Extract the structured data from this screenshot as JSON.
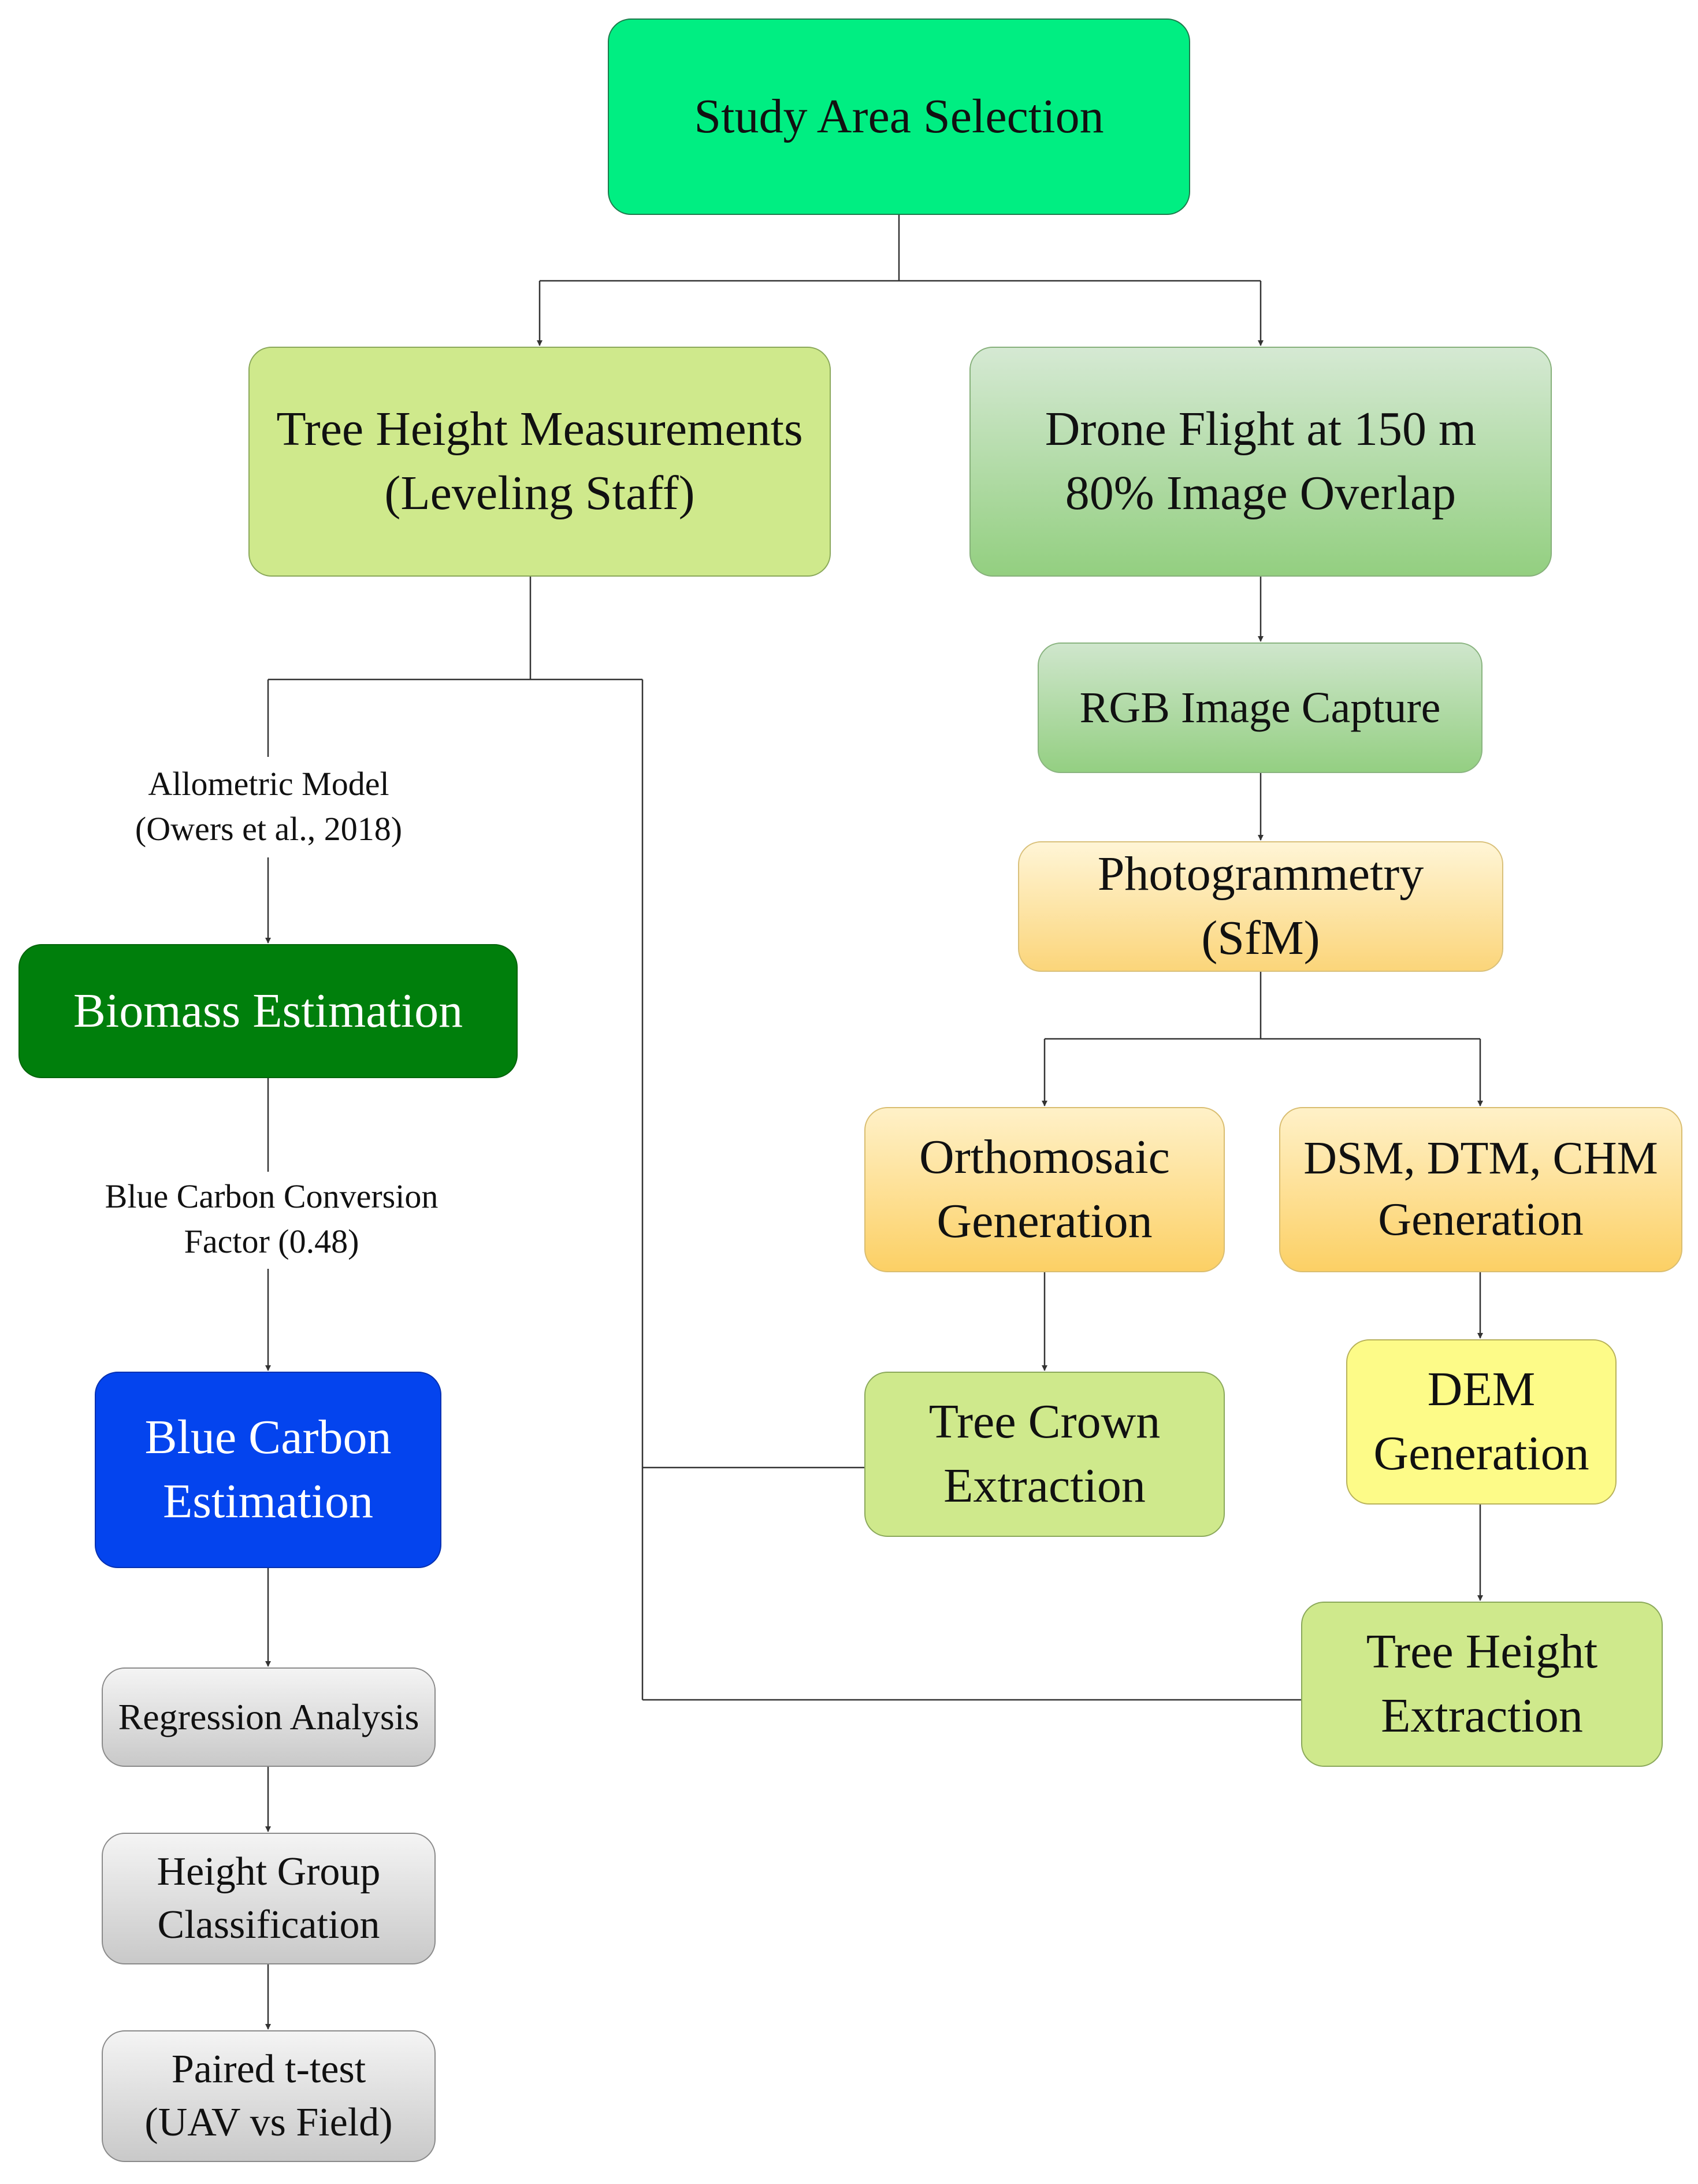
{
  "nodes": {
    "study_area": "Study Area Selection",
    "tree_height_measurements": "Tree Height Measurements\n(Leveling Staff)",
    "drone_flight": "Drone Flight at 150 m\n80% Image Overlap",
    "rgb_capture": "RGB Image Capture",
    "photogrammetry": "Photogrammetry\n(SfM)",
    "orthomosaic": "Orthomosaic\nGeneration",
    "dsm_dtm_chm": "DSM, DTM, CHM\nGeneration",
    "tree_crown": "Tree Crown\nExtraction",
    "dem": "DEM\nGeneration",
    "tree_height_extraction": "Tree Height\nExtraction",
    "biomass": "Biomass Estimation",
    "blue_carbon": "Blue Carbon\nEstimation",
    "regression": "Regression Analysis",
    "height_group": "Height Group\nClassification",
    "ttest": "Paired t-test\n(UAV vs Field)"
  },
  "edge_labels": {
    "allometric": "Allometric Model\n(Owers et al., 2018)",
    "conversion": "Blue Carbon Conversion\nFactor (0.48)"
  },
  "colors": {
    "study_area": "#00ee82",
    "light_green": "#cfe98c",
    "drone_green": "#93cf80",
    "orange": "#fcd065",
    "yellow": "#fdfb88",
    "biomass_green": "#007f0c",
    "blue": "#0444ee",
    "gray": "#c9c9c9"
  }
}
